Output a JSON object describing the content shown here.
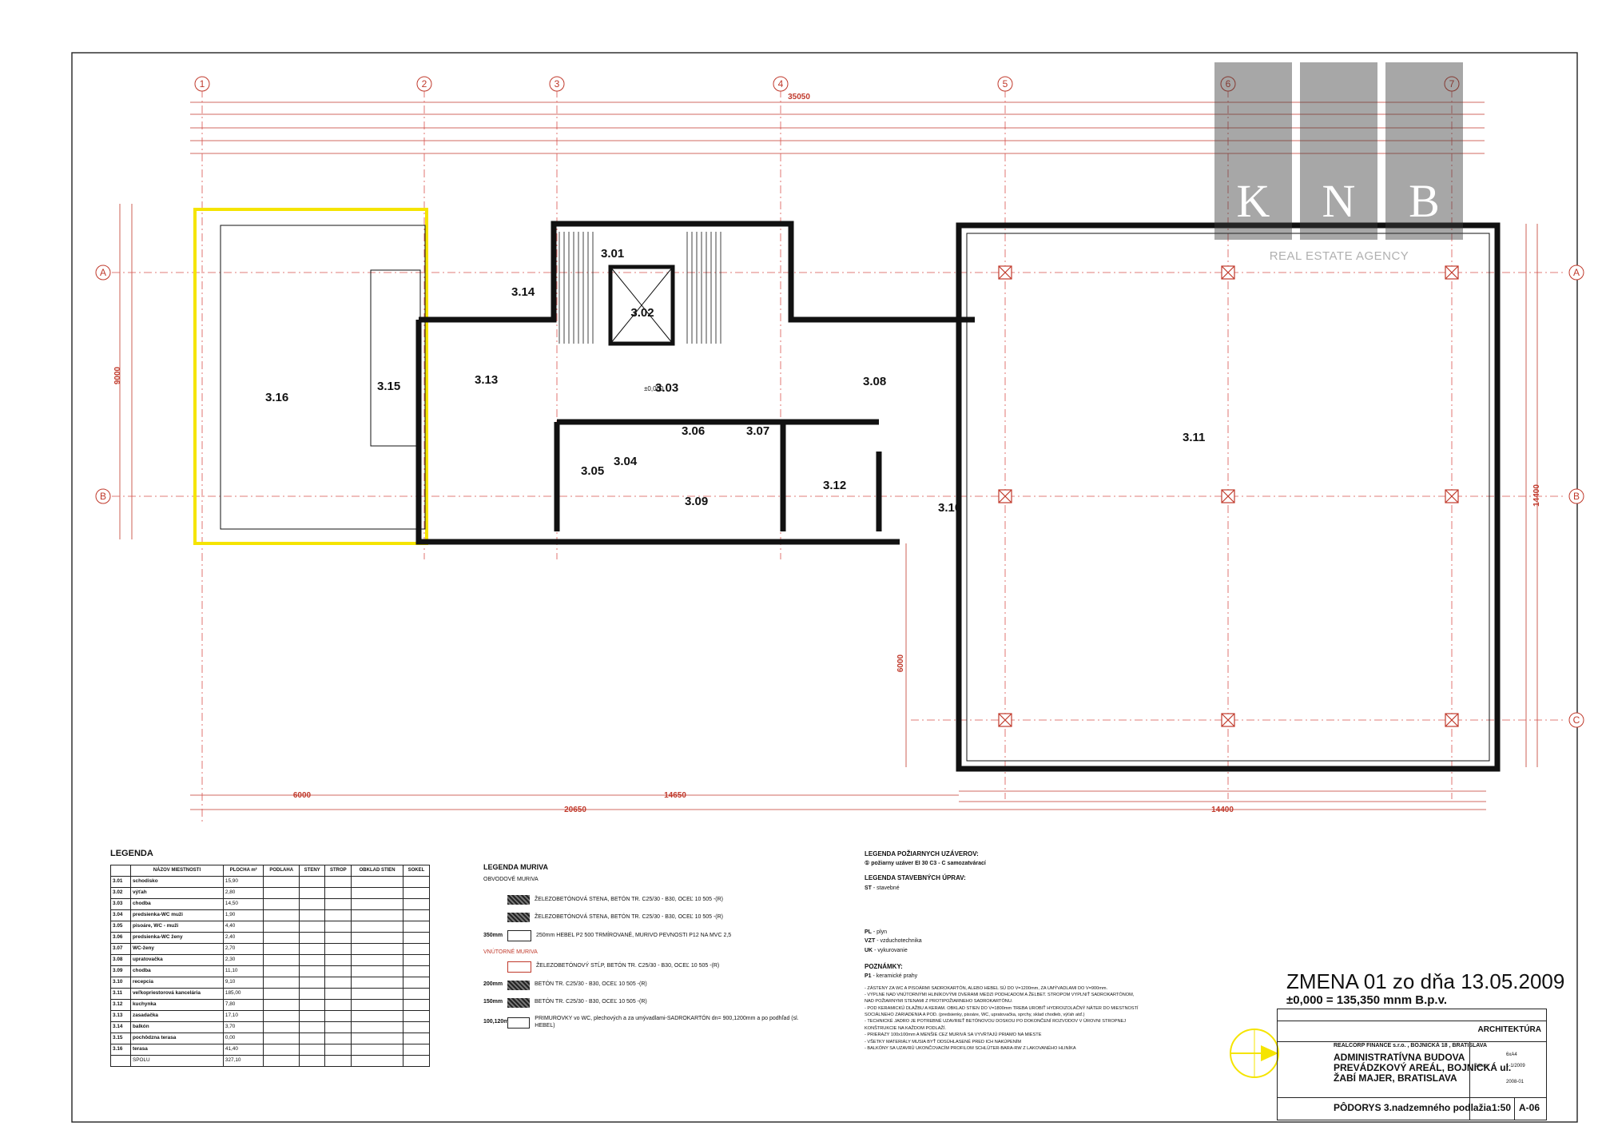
{
  "drawing": {
    "overall_dimension": "35050",
    "dim_6000_a": "6000",
    "dim_14650": "14650",
    "dim_20650": "20650",
    "dim_14400": "14400",
    "dim_9000": "9000",
    "dim_14400_v": "14400",
    "dim_6000_v": "6000",
    "grid_columns": [
      "1",
      "2",
      "3",
      "4",
      "5",
      "6",
      "7"
    ],
    "grid_rows": [
      "A",
      "B",
      "C"
    ],
    "rooms": [
      {
        "id": "3.01"
      },
      {
        "id": "3.02"
      },
      {
        "id": "3.03"
      },
      {
        "id": "3.04"
      },
      {
        "id": "3.05"
      },
      {
        "id": "3.06"
      },
      {
        "id": "3.07"
      },
      {
        "id": "3.08"
      },
      {
        "id": "3.09"
      },
      {
        "id": "3.10"
      },
      {
        "id": "3.11"
      },
      {
        "id": "3.12"
      },
      {
        "id": "3.13"
      },
      {
        "id": "3.14"
      },
      {
        "id": "3.15"
      },
      {
        "id": "3.16"
      }
    ],
    "level_mark": "±0,000"
  },
  "legend": {
    "title": "LEGENDA",
    "headers": [
      "NÁZOV MIESTNOSTI",
      "PLOCHA m²",
      "PODLAHA",
      "STENY",
      "STROP",
      "OBKLAD STIEN",
      "SOKEL"
    ],
    "rows": [
      {
        "no": "3.01",
        "name": "schodisko",
        "area": "15,90"
      },
      {
        "no": "3.02",
        "name": "výťah",
        "area": "2,80"
      },
      {
        "no": "3.03",
        "name": "chodba",
        "area": "14,50"
      },
      {
        "no": "3.04",
        "name": "predsienka-WC muži",
        "area": "1,90"
      },
      {
        "no": "3.05",
        "name": "pisoáre, WC - muži",
        "area": "4,40"
      },
      {
        "no": "3.06",
        "name": "predsienka-WC ženy",
        "area": "2,40"
      },
      {
        "no": "3.07",
        "name": "WC-ženy",
        "area": "2,70"
      },
      {
        "no": "3.08",
        "name": "upratovačka",
        "area": "2,30"
      },
      {
        "no": "3.09",
        "name": "chodba",
        "area": "11,10"
      },
      {
        "no": "3.10",
        "name": "recepcia",
        "area": "9,10"
      },
      {
        "no": "3.11",
        "name": "veľkopriestorová kancelária",
        "area": "185,00"
      },
      {
        "no": "3.12",
        "name": "kuchynka",
        "area": "7,80"
      },
      {
        "no": "3.13",
        "name": "zasadačka",
        "area": "17,10"
      },
      {
        "no": "3.14",
        "name": "balkón",
        "area": "3,70"
      },
      {
        "no": "3.15",
        "name": "pochôdzna terasa",
        "area": "0,00"
      },
      {
        "no": "3.16",
        "name": "terasa",
        "area": "41,40"
      }
    ],
    "total_label": "SPOLU",
    "total_area": "327,10"
  },
  "legenda_muriva": {
    "title": "LEGENDA MURIVA",
    "subtitle": "OBVODOVÉ MURIVA",
    "items": [
      {
        "code": "",
        "text": "ŽELEZOBETÓNOVÁ STENA, BETÓN TR. C25/30 - B30, OCEĽ 10 505 -(R)"
      },
      {
        "code": "",
        "text": "ŽELEZOBETÓNOVÁ STENA, BETÓN TR. C25/30 - B30, OCEĽ 10 505 -(R)"
      },
      {
        "code": "350mm",
        "text": "250mm HEBEL P2 500 TRMÍROVANÉ, MURIVO PEVNOSTI P12 NA MVC 2,5"
      },
      {
        "code": "",
        "text": "ŽELEZOBETÓNOVÝ STĹP, BETÓN TR. C25/30 - B30, OCEĽ 10 505 -(R)"
      },
      {
        "code": "200mm",
        "text": "BETÓN TR. C25/30 - B30, OCEĽ 10 505 -(R)"
      },
      {
        "code": "150mm",
        "text": "BETÓN TR. C25/30 - B30, OCEĽ 10 505 -(R)"
      },
      {
        "code": "100,120mm",
        "text": "PRIMUROVKY vo WC, plechových a za umývadlami-SADROKARTÓN dn= 900,1200mm a po podhľad (sl. HEBEL)"
      }
    ],
    "vnutorne": "VNÚTORNÉ MURIVA"
  },
  "legenda_poziarnych": {
    "title": "LEGENDA POŽIARNYCH UZÁVEROV:",
    "item": "požiarny uzáver EI 30 C3 - C samozatvárací",
    "stav_title": "LEGENDA STAVEBNÝCH ÚPRAV:",
    "stav_items": [
      {
        "code": "ST",
        "text": "- stavebné"
      },
      {
        "code": "PL",
        "text": "- plyn"
      },
      {
        "code": "VZT",
        "text": "- vzduchotechnika"
      },
      {
        "code": "UK",
        "text": "- vykurovanie"
      }
    ]
  },
  "poznamky": {
    "title": "POZNÁMKY:",
    "p1": "- keramické prahy",
    "lines": [
      "- ZÁSTENY ZA WC A PISOÁRMI SADROKARTÓN, ALEBO HEBEL SÚ DO V=1200mm, ZA UMÝVADLAMI DO V=900mm.",
      "- VÝPLNE NAD VNÚTORNÝMI HLINÍKOVÝMI DVERAMI MEDZI PODHĽADOM A ŽELBET. STROPOM VYPLNIŤ SADROKARTÓNOM,",
      "  NAD POŽIARNYMI STENAMI Z PROTIPOŽIARNEHO SADROKARTÓNU.",
      "- POD KERAMICKÚ DLAŽBU A KERAM. OBKLAD STIEN DO V=1800mm TREBA UROBIŤ HYDROIZOLAČNÝ NÁTER DO MIESTNOSTÍ",
      "  SOCIÁLNEHO ZARIADENIA A POD. (predsienky, pisoáre, WC, upratovačka, sprchy, sklad chodieb, výťah atď.)",
      "- TECHNICKÉ JADRO JE POTREBNÉ UZAVRIEŤ BETÓNOVOU DOSKOU PO DOKONČENÍ ROZVODOV V ÚROVNI STROPNEJ",
      "  KONŠTRUKCIE NA KAŽDOM PODLAŽÍ.",
      "- PRIERAZY 100x100mm A MENŠIE CEZ MURIVÁ SA VYVŔTAJÚ PRIAMO NA MIESTE",
      "- VŠETKY MATERIÁLY MUSIA BYŤ ODSÚHLASENÉ PRED ICH NAKÚPENÍM",
      "- BALKÓNY SA UZAVRÚ UKONČOVACÍM PROFILOM SCHLÜTER-BARA-RW Z LAKOVANÉHO HLINÍKA"
    ]
  },
  "title_block": {
    "zmena": "ZMENA 01 zo dňa 13.05.2009",
    "zero": "±0,000 = 135,350 mnm B.p.v.",
    "discipline": "ARCHITEKTÚRA",
    "investor": "REALCORP FINANCE s.r.o. , BOJNICKÁ 18 , BRATISLAVA",
    "project_1": "ADMINISTRATÍVNA BUDOVA",
    "project_2": "PREVÁDZKOVÝ AREÁL, BOJNICKÁ ul.",
    "project_3": "ŽABÍ MAJER, BRATISLAVA",
    "drawing_name": "PÔDORYS 3.nadzemného podlažia",
    "scale": "1:50",
    "sheet": "A-06",
    "format": "6xA4",
    "date_label": "Dátum",
    "date": "1-1/2009",
    "contract": "2008-01"
  },
  "watermark": {
    "letters": [
      "K",
      "N",
      "B"
    ],
    "subtitle": "REAL ESTATE AGENCY"
  },
  "colors": {
    "dimension_red": "#c0392b",
    "wall_black": "#111111",
    "highlight_yellow": "#f5e400",
    "grid_red_dash": "#d9534f"
  }
}
